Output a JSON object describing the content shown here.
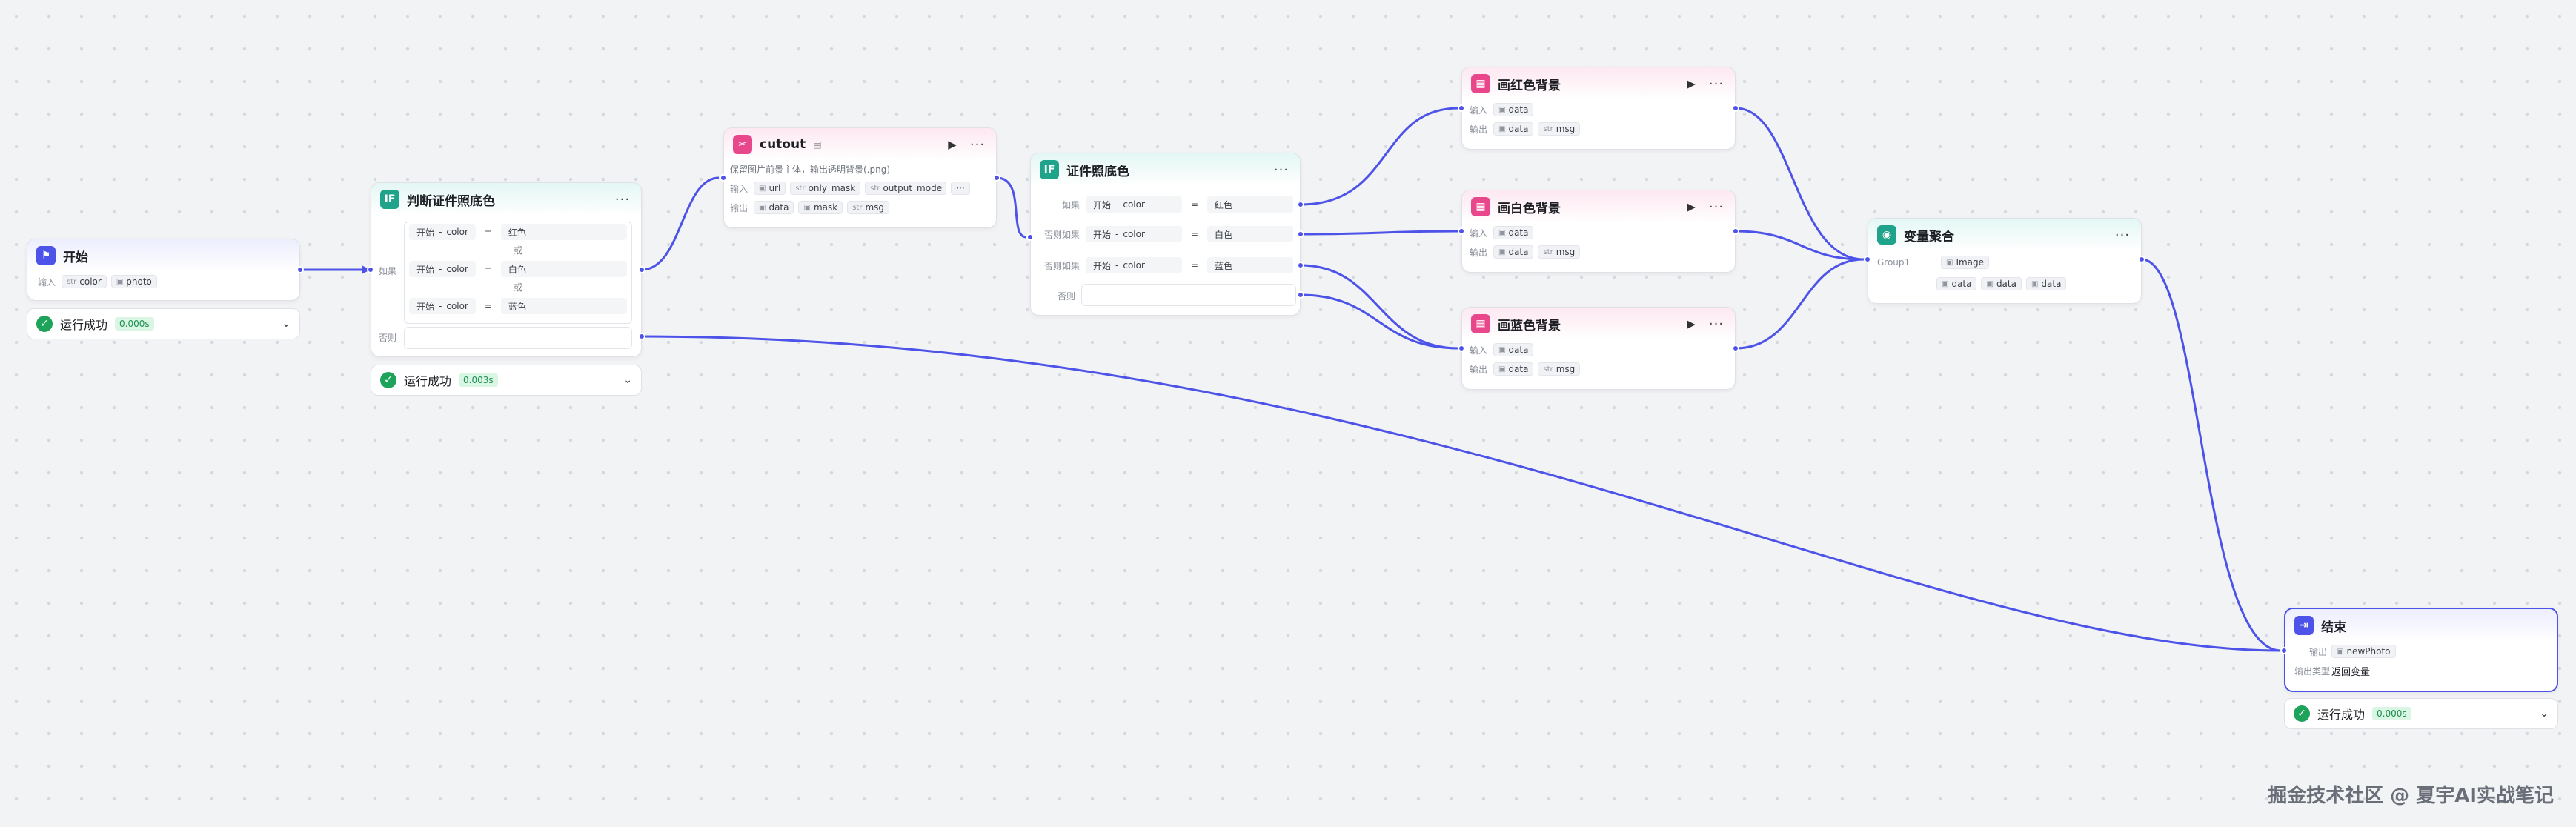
{
  "nodes": {
    "start": {
      "title": "开始",
      "input_label": "输入",
      "params": [
        {
          "type": "str",
          "name": "color"
        },
        {
          "type": "img",
          "name": "photo"
        }
      ],
      "status": {
        "text": "运行成功",
        "time": "0.000s"
      }
    },
    "cond1": {
      "title": "判断证件照底色",
      "if_label": "如果",
      "else_label": "否则",
      "or_label": "或",
      "conditions": [
        {
          "source": "开始",
          "var": "color",
          "op": "=",
          "value": "红色"
        },
        {
          "source": "开始",
          "var": "color",
          "op": "=",
          "value": "白色"
        },
        {
          "source": "开始",
          "var": "color",
          "op": "=",
          "value": "蓝色"
        }
      ],
      "status": {
        "text": "运行成功",
        "time": "0.003s"
      }
    },
    "cutout": {
      "title": "cutout",
      "description": "保留图片前景主体，输出透明背景(.png)",
      "input_label": "输入",
      "output_label": "输出",
      "inputs": [
        {
          "type": "img",
          "name": "url"
        },
        {
          "type": "str",
          "name": "only_mask"
        },
        {
          "type": "str",
          "name": "output_mode"
        }
      ],
      "outputs": [
        {
          "type": "img",
          "name": "data"
        },
        {
          "type": "img",
          "name": "mask"
        },
        {
          "type": "str",
          "name": "msg"
        }
      ]
    },
    "cond2": {
      "title": "证件照底色",
      "branches": [
        {
          "label": "如果",
          "source": "开始",
          "var": "color",
          "op": "=",
          "value": "红色"
        },
        {
          "label": "否则如果",
          "source": "开始",
          "var": "color",
          "op": "=",
          "value": "白色"
        },
        {
          "label": "否则如果",
          "source": "开始",
          "var": "color",
          "op": "=",
          "value": "蓝色"
        }
      ],
      "else_label": "否则"
    },
    "paint_red": {
      "title": "画红色背景",
      "input_label": "输入",
      "output_label": "输出",
      "inputs": [
        {
          "type": "img",
          "name": "data"
        }
      ],
      "outputs": [
        {
          "type": "img",
          "name": "data"
        },
        {
          "type": "str",
          "name": "msg"
        }
      ]
    },
    "paint_white": {
      "title": "画白色背景",
      "input_label": "输入",
      "output_label": "输出",
      "inputs": [
        {
          "type": "img",
          "name": "data"
        }
      ],
      "outputs": [
        {
          "type": "img",
          "name": "data"
        },
        {
          "type": "str",
          "name": "msg"
        }
      ]
    },
    "paint_blue": {
      "title": "画蓝色背景",
      "input_label": "输入",
      "output_label": "输出",
      "inputs": [
        {
          "type": "img",
          "name": "data"
        }
      ],
      "outputs": [
        {
          "type": "img",
          "name": "data"
        },
        {
          "type": "str",
          "name": "msg"
        }
      ]
    },
    "aggregate": {
      "title": "变量聚合",
      "group_label": "Group1",
      "group_type": "Image",
      "items": [
        {
          "type": "img",
          "name": "data"
        },
        {
          "type": "img",
          "name": "data"
        },
        {
          "type": "img",
          "name": "data"
        }
      ]
    },
    "end": {
      "title": "结束",
      "output_label": "输出",
      "output_param": {
        "type": "img",
        "name": "newPhoto"
      },
      "output_type_label": "输出类型",
      "output_type_value": "返回变量",
      "status": {
        "text": "运行成功",
        "time": "0.000s"
      }
    }
  },
  "icons": {
    "start": "flag-icon",
    "condition": "if-icon",
    "plugin": "plugin-icon",
    "aggregate": "merge-icon",
    "end": "exit-icon",
    "run": "play-icon",
    "more": "more-icon",
    "success": "check-icon",
    "expand": "chevron-down-icon"
  },
  "colors": {
    "accent": "#4d53e8",
    "teal": "#1fa38a",
    "pink": "#e8478b",
    "success": "#1ea35a"
  },
  "watermark": "掘金技术社区 @ 夏宇AI实战笔记"
}
